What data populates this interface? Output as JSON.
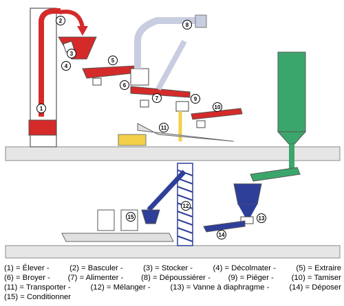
{
  "markers": [
    "1",
    "2",
    "3",
    "4",
    "5",
    "6",
    "7",
    "8",
    "9",
    "10",
    "11",
    "12",
    "13",
    "14",
    "15"
  ],
  "legend": {
    "line1": [
      "(1) = Élever -",
      "(2) = Basculer -",
      "(3) = Stocker -",
      "(4) = Décolmater -",
      "(5) = Extraire"
    ],
    "line2": [
      "(6) = Broyer -",
      "(7) = Alimenter -",
      "(8) = Dépoussiérer -",
      "(9) = Piéger -",
      "(10) = Tamiser"
    ],
    "line3": [
      "(11) = Transporter -",
      "(12) = Mélanger -",
      "(13) = Vanne à diaphragme -",
      "(14) = Déposer"
    ],
    "line4": "(15) = Conditionner"
  },
  "colors": {
    "red": "#d42a2a",
    "blue": "#2e3f9a",
    "green": "#3ba66b",
    "floor": "#e6e6e6",
    "duct": "#c9cde0",
    "yellow": "#f2d04a"
  }
}
